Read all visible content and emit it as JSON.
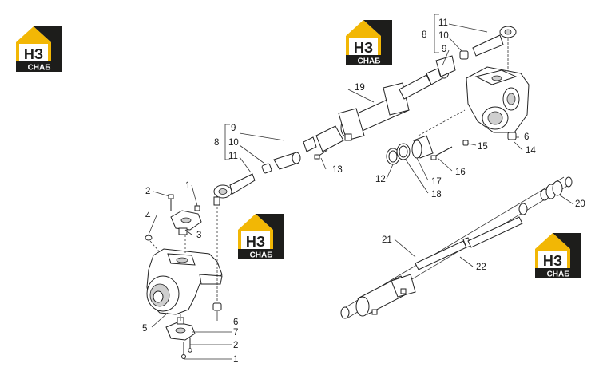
{
  "logo": {
    "main_text": "НЗ",
    "sub_text": "СНАБ",
    "color_gold": "#f2b705",
    "color_dark": "#1d1d1b"
  },
  "callouts": [
    {
      "id": "c1a",
      "text": "1"
    },
    {
      "id": "c2a",
      "text": "2"
    },
    {
      "id": "c3",
      "text": "3"
    },
    {
      "id": "c4",
      "text": "4"
    },
    {
      "id": "c5",
      "text": "5"
    },
    {
      "id": "c6a",
      "text": "6"
    },
    {
      "id": "c7",
      "text": "7"
    },
    {
      "id": "c2b",
      "text": "2"
    },
    {
      "id": "c1b",
      "text": "1"
    },
    {
      "id": "c8a",
      "text": "8"
    },
    {
      "id": "c9a",
      "text": "9"
    },
    {
      "id": "c10a",
      "text": "10"
    },
    {
      "id": "c11a",
      "text": "11"
    },
    {
      "id": "c13",
      "text": "13"
    },
    {
      "id": "c19",
      "text": "19"
    },
    {
      "id": "c8b",
      "text": "8"
    },
    {
      "id": "c11b",
      "text": "11"
    },
    {
      "id": "c10b",
      "text": "10"
    },
    {
      "id": "c9b",
      "text": "9"
    },
    {
      "id": "c6b",
      "text": "6"
    },
    {
      "id": "c14",
      "text": "14"
    },
    {
      "id": "c15",
      "text": "15"
    },
    {
      "id": "c16",
      "text": "16"
    },
    {
      "id": "c17",
      "text": "17"
    },
    {
      "id": "c18",
      "text": "18"
    },
    {
      "id": "c12",
      "text": "12"
    },
    {
      "id": "c20",
      "text": "20"
    },
    {
      "id": "c21",
      "text": "21"
    },
    {
      "id": "c22",
      "text": "22"
    }
  ]
}
